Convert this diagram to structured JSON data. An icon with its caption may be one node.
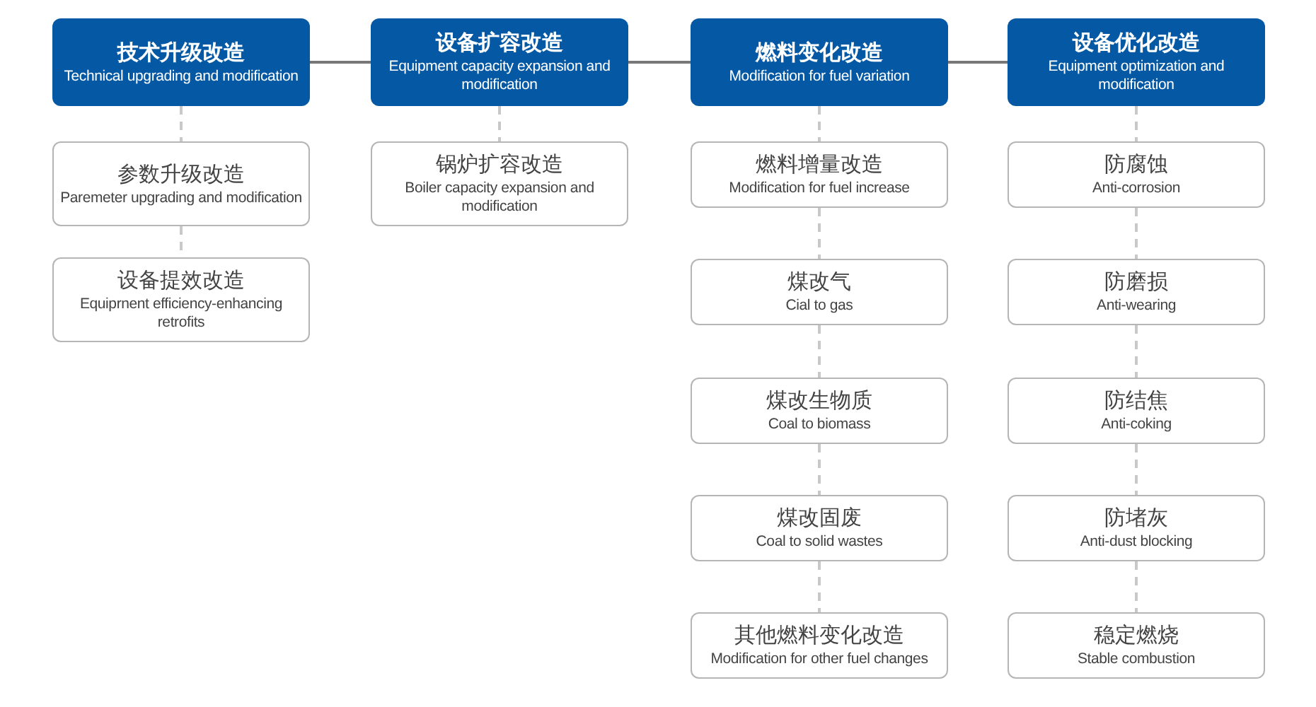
{
  "diagram": {
    "nodes": [
      {
        "text": [
          "技术升级改造",
          "Technical upgrading and modification"
        ]
      },
      {
        "text": [
          "参数升级改造",
          "Paremeter upgrading and modification"
        ]
      },
      {
        "text": [
          "设备提效改造",
          "Equiprnent efficiency-enhancing retrofits"
        ]
      },
      {
        "text": [
          "设备扩容改造",
          "Equipment capacity expansion and modification"
        ]
      },
      {
        "text": [
          "锅炉扩容改造",
          "Boiler capacity expansion and modification"
        ]
      },
      {
        "text": [
          "燃料变化改造",
          "Modification for fuel variation"
        ]
      },
      {
        "text": [
          "燃料增量改造",
          "Modification for fuel increase"
        ]
      },
      {
        "text": [
          "煤改气",
          "Cial to gas"
        ]
      },
      {
        "text": [
          "煤改生物质",
          "Coal to biomass"
        ]
      },
      {
        "text": [
          "煤改固废",
          "Coal to solid wastes"
        ]
      },
      {
        "text": [
          "其他燃料变化改造",
          "Modification for other fuel changes"
        ]
      },
      {
        "text": [
          "设备优化改造",
          "Equipment optimization and modification"
        ]
      },
      {
        "text": [
          "防腐蚀",
          "Anti-corrosion"
        ]
      },
      {
        "text": [
          "防磨损",
          "Anti-wearing"
        ]
      },
      {
        "text": [
          "防结焦",
          "Anti-coking"
        ]
      },
      {
        "text": [
          "防堵灰",
          "Anti-dust blocking"
        ]
      },
      {
        "text": [
          "稳定燃烧",
          "Stable combustion"
        ]
      }
    ],
    "edges": [
      {
        "from": 0,
        "to": 3,
        "arrow": "none"
      },
      {
        "from": 3,
        "to": 5,
        "arrow": "none"
      },
      {
        "from": 5,
        "to": 11,
        "arrow": "none"
      },
      {
        "from": 0,
        "to": 1,
        "arrow": "none",
        "style": "dashed",
        "color": "#c8c8c8"
      },
      {
        "from": 1,
        "to": 2,
        "arrow": "none",
        "style": "dashed",
        "color": "#c8c8c8"
      },
      {
        "from": 3,
        "to": 4,
        "arrow": "none",
        "style": "dashed",
        "color": "#c8c8c8"
      },
      {
        "from": 5,
        "to": 6,
        "arrow": "none",
        "style": "dashed",
        "color": "#c8c8c8"
      },
      {
        "from": 6,
        "to": 7,
        "arrow": "none",
        "style": "dashed",
        "color": "#c8c8c8"
      },
      {
        "from": 7,
        "to": 8,
        "arrow": "none",
        "style": "dashed",
        "color": "#c8c8c8"
      },
      {
        "from": 8,
        "to": 9,
        "arrow": "none",
        "style": "dashed",
        "color": "#c8c8c8"
      },
      {
        "from": 9,
        "to": 10,
        "arrow": "none",
        "style": "dashed",
        "color": "#c8c8c8"
      },
      {
        "from": 11,
        "to": 12,
        "arrow": "none",
        "style": "dashed",
        "color": "#c8c8c8"
      },
      {
        "from": 12,
        "to": 13,
        "arrow": "none",
        "style": "dashed",
        "color": "#c8c8c8"
      },
      {
        "from": 13,
        "to": 14,
        "arrow": "none",
        "style": "dashed",
        "color": "#c8c8c8"
      },
      {
        "from": 14,
        "to": 15,
        "arrow": "none",
        "style": "dashed",
        "color": "#c8c8c8"
      },
      {
        "from": 15,
        "to": 16,
        "arrow": "none",
        "style": "dashed",
        "color": "#c8c8c8"
      }
    ]
  }
}
